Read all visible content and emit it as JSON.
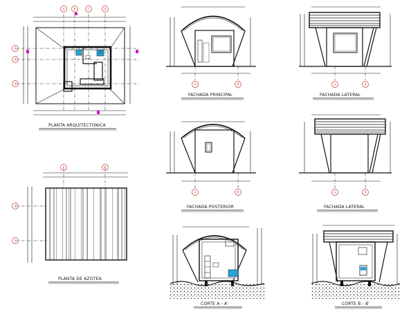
{
  "drawing": {
    "colors": {
      "line": "#111111",
      "axis_bubble": "#c0392b",
      "fixture": "#29a3d6",
      "marker": "#d414c9"
    },
    "captions": {
      "plan_arch": "PLANTA ARQUITECTONICA",
      "plan_roof": "PLANTA DE AZOTEA",
      "front": "FACHADA PRINCIPAL",
      "side1": "FACHADA LATERAL",
      "rear": "FACHADA POSTERIOR",
      "side2": "FACHADA LATERAL",
      "sectA": "CORTE A - A'",
      "sectB": "CORTE B - B'"
    },
    "axes": {
      "arch_top": [
        "A",
        "B",
        "C",
        "D"
      ],
      "arch_left": [
        "3",
        "2",
        "1"
      ],
      "roof_top": [
        "A",
        "B"
      ],
      "roof_left": [
        "2",
        "1"
      ],
      "elev_pair": [
        "A",
        "B"
      ]
    }
  }
}
